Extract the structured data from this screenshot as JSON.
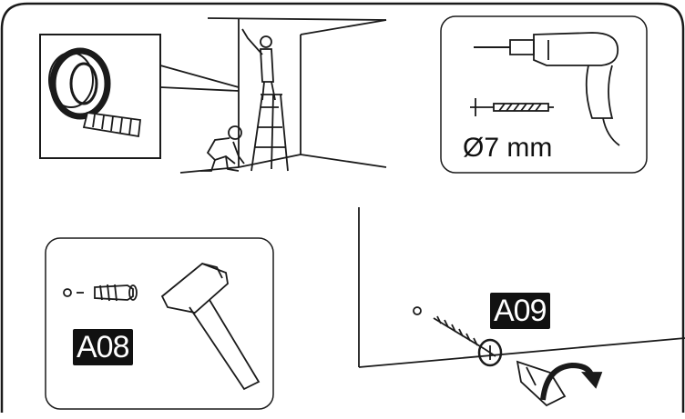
{
  "panels": {
    "measure": {
      "name": "measuring-tape-and-marking"
    },
    "drill": {
      "size_label": "Ø7 mm"
    },
    "anchor": {
      "part_label": "A08"
    },
    "screw": {
      "part_label": "A09"
    }
  },
  "colors": {
    "line": "#1a1a1a",
    "badge_bg": "#111111",
    "badge_text": "#ffffff",
    "background": "#ffffff"
  }
}
